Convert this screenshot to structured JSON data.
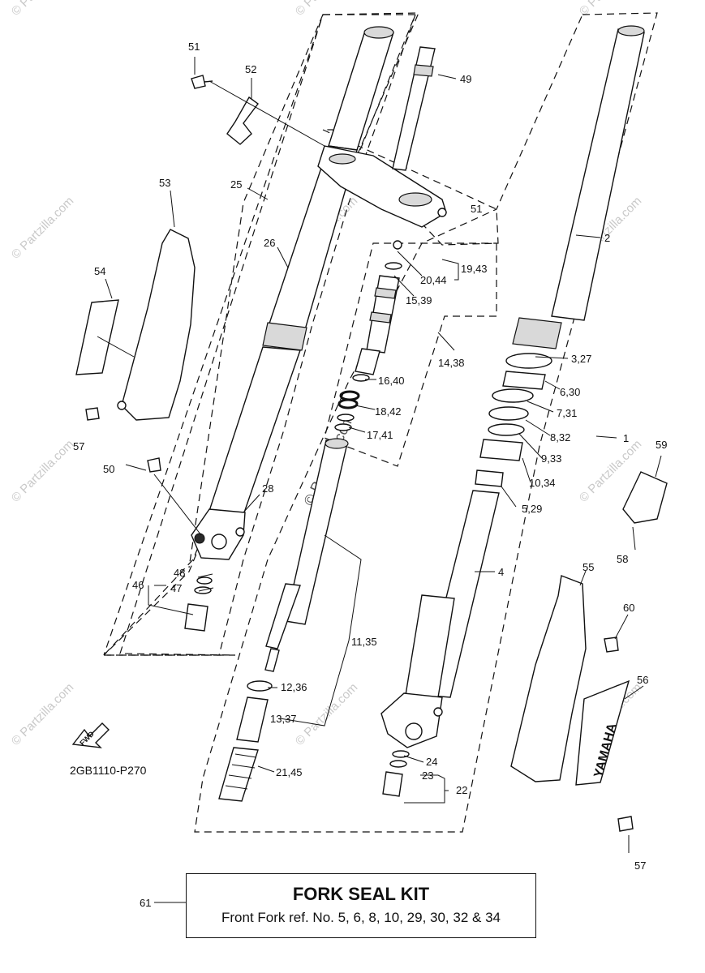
{
  "watermark": "© Partzilla.com",
  "drawing_code": "2GB1110-P270",
  "fwd_label": "FWD",
  "brand_decal": "YAMAHA",
  "kit_ref": "61",
  "kit_title": "FORK SEAL KIT",
  "kit_description": "Front Fork ref. No. 5, 6, 8, 10, 29, 30, 32 & 34",
  "callouts": [
    "51",
    "52",
    "49",
    "53",
    "25",
    "26",
    "54",
    "51",
    "2",
    "19,43",
    "20,44",
    "15,39",
    "3,27",
    "14,38",
    "16,40",
    "6,30",
    "18,42",
    "7,31",
    "17,41",
    "8,32",
    "1",
    "9,33",
    "59",
    "57",
    "50",
    "10,34",
    "28",
    "5,29",
    "58",
    "48",
    "4",
    "55",
    "46",
    "47",
    "60",
    "11,35",
    "56",
    "12,36",
    "13,37",
    "24",
    "23",
    "22",
    "21,45",
    "57"
  ]
}
